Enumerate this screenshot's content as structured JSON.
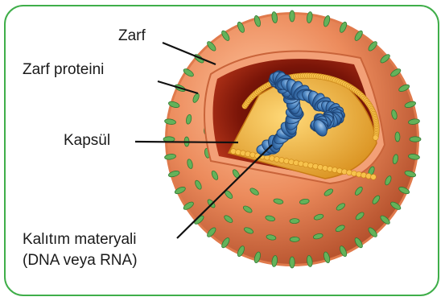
{
  "labels": {
    "envelope": "Zarf",
    "envelope_protein": "Zarf proteini",
    "capsid": "Kapsül",
    "genetic_material_line1": "Kalıtım materyali",
    "genetic_material_line2": "(DNA veya RNA)"
  },
  "colors": {
    "frame_border": "#3fae49",
    "envelope": "#e8875a",
    "spikes": "#5fae55",
    "interior": "#7a1508",
    "capsid": "#f0b43a",
    "nucleic_acid": "#3f77b4"
  }
}
